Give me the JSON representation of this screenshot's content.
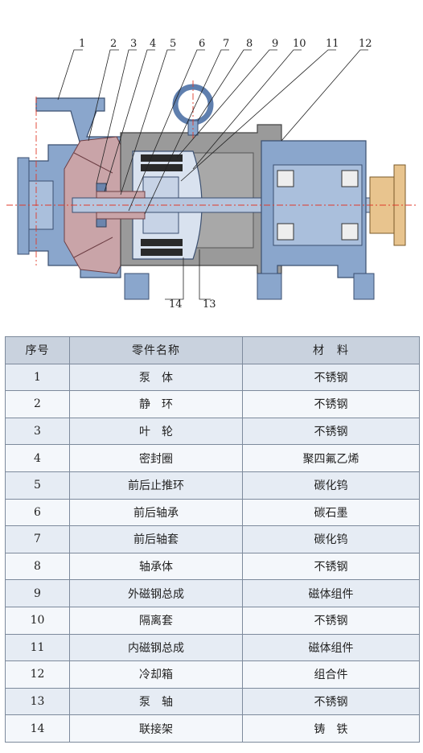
{
  "diagram": {
    "callouts": [
      "1",
      "2",
      "3",
      "4",
      "5",
      "6",
      "7",
      "8",
      "9",
      "10",
      "11",
      "12",
      "13",
      "14"
    ]
  },
  "table": {
    "headers": [
      "序号",
      "零件名称",
      "材　料"
    ],
    "rows": [
      {
        "no": "1",
        "name": "泵　体",
        "material": "不锈钢"
      },
      {
        "no": "2",
        "name": "静　环",
        "material": "不锈钢"
      },
      {
        "no": "3",
        "name": "叶　轮",
        "material": "不锈钢"
      },
      {
        "no": "4",
        "name": "密封圈",
        "material": "聚四氟乙烯"
      },
      {
        "no": "5",
        "name": "前后止推环",
        "material": "碳化钨"
      },
      {
        "no": "6",
        "name": "前后轴承",
        "material": "碳石墨"
      },
      {
        "no": "7",
        "name": "前后轴套",
        "material": "碳化钨"
      },
      {
        "no": "8",
        "name": "轴承体",
        "material": "不锈钢"
      },
      {
        "no": "9",
        "name": "外磁钢总成",
        "material": "磁体组件"
      },
      {
        "no": "10",
        "name": "隔离套",
        "material": "不锈钢"
      },
      {
        "no": "11",
        "name": "内磁钢总成",
        "material": "磁体组件"
      },
      {
        "no": "12",
        "name": "冷却箱",
        "material": "组合件"
      },
      {
        "no": "13",
        "name": "泵　轴",
        "material": "不锈钢"
      },
      {
        "no": "14",
        "name": "联接架",
        "material": "铸　铁"
      }
    ]
  },
  "colors": {
    "casing": "#8aa6cc",
    "casing_dark": "#5f7fae",
    "impeller": "#c9a4a8",
    "magnet": "#2a2a2a",
    "bracket": "#9a9a9a",
    "coupling": "#e8c48e",
    "centerline": "#e03a2a",
    "table_header": "#c9d2de",
    "table_border": "#7d8a9c"
  }
}
